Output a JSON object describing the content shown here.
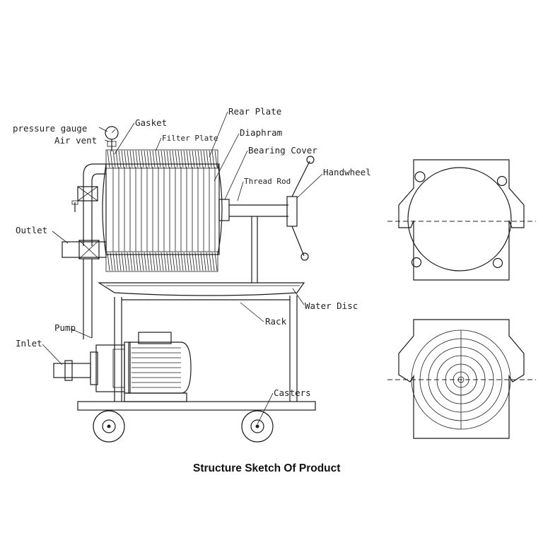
{
  "labels": {
    "pressure_gauge": "pressure gauge",
    "air_vent": "Air vent",
    "gasket": "Gasket",
    "filter_plate": "Filter Plate",
    "rear_plate": "Rear Plate",
    "diaphram": "Diaphram",
    "bearing_cover": "Bearing Cover",
    "thread_rod": "Thread Rod",
    "handwheel": "Handwheel",
    "outlet": "Outlet",
    "water_disc": "Water Disc",
    "rack": "Rack",
    "pump": "Pump",
    "inlet": "Inlet",
    "casters": "Casters"
  },
  "caption": "Structure Sketch Of Product"
}
